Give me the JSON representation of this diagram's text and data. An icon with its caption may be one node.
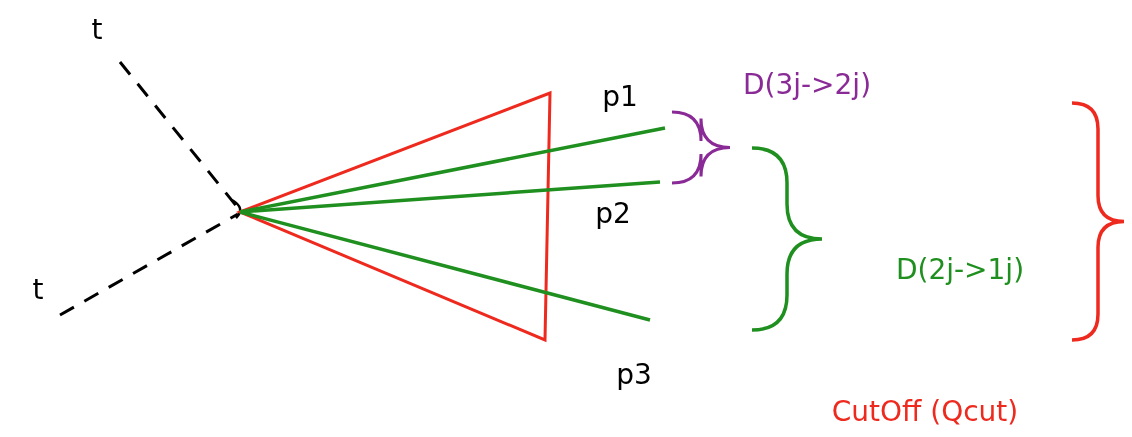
{
  "diagram": {
    "labels": [
      "t",
      "p1",
      "D(3j->2j)",
      "p2",
      "D(2j->1j)",
      "t",
      "p3",
      "CutOff (Qcut)"
    ]
  }
}
